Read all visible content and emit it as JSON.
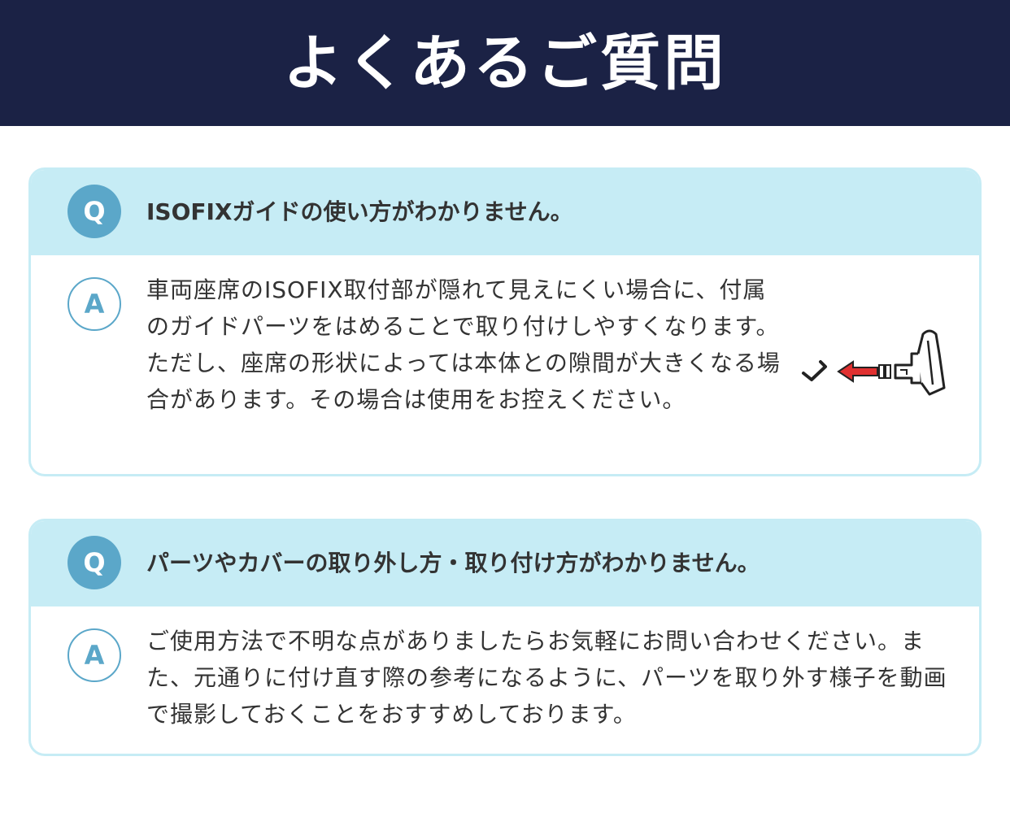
{
  "header": {
    "title": "よくあるご質問"
  },
  "faqs": [
    {
      "q_badge": "Q",
      "question": "ISOFIXガイドの使い方がわかりません。",
      "a_badge": "A",
      "answer": "車両座席のISOFIX取付部が隠れて見えにくい場合に、付属のガイドパーツをはめることで取り付けしやすくなります。ただし、座席の形状によっては本体との隙間が大きくなる場合があります。その場合は使用をお控えください。"
    },
    {
      "q_badge": "Q",
      "question": "パーツやカバーの取り外し方・取り付け方がわかりません。",
      "a_badge": "A",
      "answer": "ご使用方法で不明な点がありましたらお気軽にお問い合わせください。また、元通りに付け直す際の参考になるように、パーツを取り外す様子を動画で撮影しておくことをおすすめしております。"
    }
  ],
  "colors": {
    "header_bg": "#1b2245",
    "question_bg": "#c6ecf5",
    "badge_blue": "#5ba7c9",
    "arrow_red": "#e03030"
  },
  "icons": {
    "illustration": "isofix-guide-insert-illustration"
  }
}
